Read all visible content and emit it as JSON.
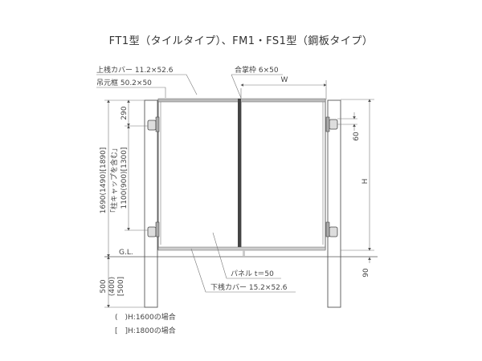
{
  "title": "FT1型（タイルタイプ）、FM1・FS1型（鋼板タイプ）",
  "labels": {
    "top_rail_cover": "上桟カバー 11.2×52.6",
    "hanging_frame": "吊元框 50.2×50",
    "meeting_frame": "合掌枠 6×50",
    "panel": "パネル t＝50",
    "bottom_rail_cover": "下桟カバー 15.2×52.6",
    "gl": "G.L."
  },
  "dimensions": {
    "w": "W",
    "h": "H",
    "d290": "290",
    "d60": "60",
    "d90": "90",
    "total_height": "1690(1490)[1890]",
    "post_cap_note": "「柱キャップを含む」",
    "hinge_pitch": "1100(900)[1300]",
    "embed": "500",
    "embed_paren": "(400)",
    "embed_bracket": "[500]"
  },
  "legend": [
    "(　)H:1600の場合",
    "[　]H:1800の場合"
  ]
}
